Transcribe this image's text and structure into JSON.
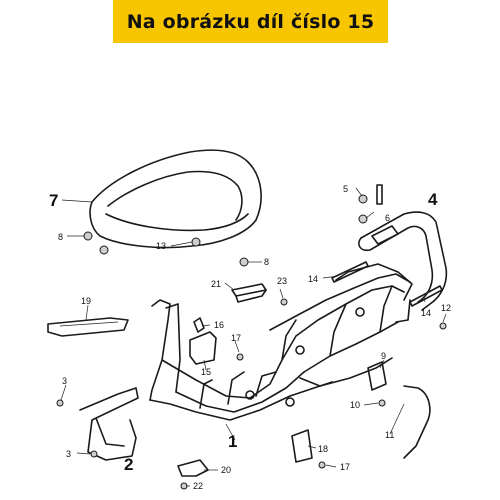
{
  "banner": {
    "text": "Na obrázku díl číslo 15",
    "color": "#f7c600"
  },
  "callouts": {
    "c1": "1",
    "c2": "2",
    "c3a": "3",
    "c3b": "3",
    "c4": "4",
    "c5": "5",
    "c6": "6",
    "c7": "7",
    "c8a": "8",
    "c8b": "8",
    "c9": "9",
    "c10": "10",
    "c11": "11",
    "c12": "12",
    "c13": "13",
    "c14a": "14",
    "c14b": "14",
    "c15": "15",
    "c16": "16",
    "c17a": "17",
    "c17b": "17",
    "c18": "18",
    "c19": "19",
    "c20": "20",
    "c21": "21",
    "c22": "22",
    "c23": "23"
  }
}
